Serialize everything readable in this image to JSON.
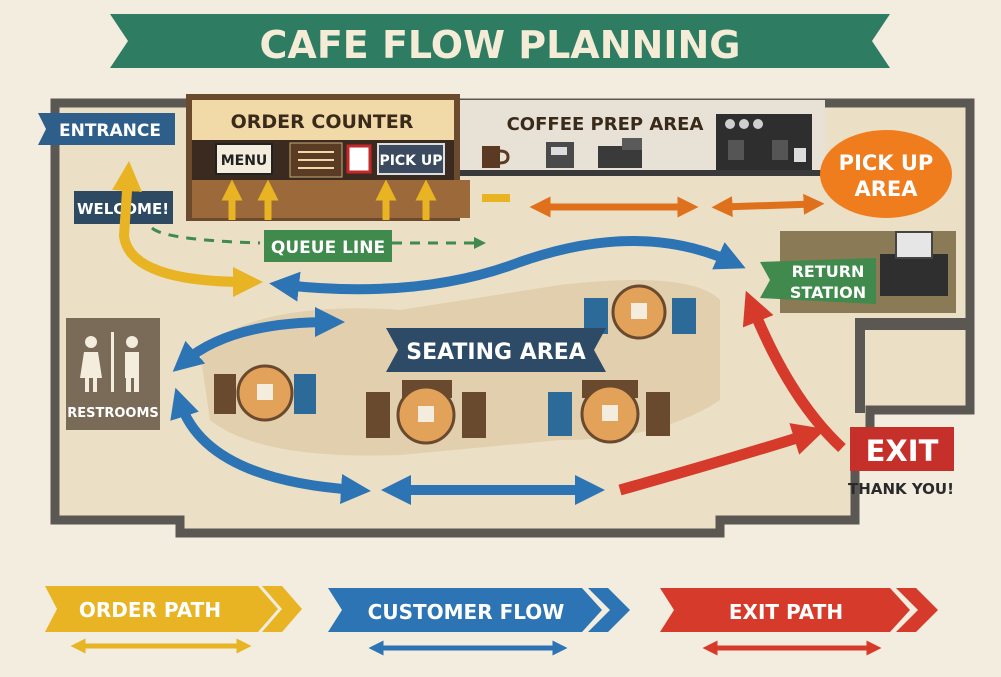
{
  "title": "CAFE FLOW PLANNING",
  "labels": {
    "entrance": "ENTRANCE",
    "welcome": "WELCOME!",
    "order_counter": "ORDER COUNTER",
    "menu": "MENU",
    "pick_up_counter": "PICK UP",
    "coffee_prep_area": "COFFEE PREP AREA",
    "pick_up_area_line1": "PICK UP",
    "pick_up_area_line2": "AREA",
    "queue_line": "QUEUE LINE",
    "return_station_line1": "RETURN",
    "return_station_line2": "STATION",
    "restrooms": "RESTROOMS",
    "seating_area": "SEATING AREA",
    "exit": "EXIT",
    "thank_you": "THANK YOU!"
  },
  "legend": [
    {
      "label": "ORDER PATH",
      "color": "#e8b423"
    },
    {
      "label": "CUSTOMER FLOW",
      "color": "#2c74b3"
    },
    {
      "label": "EXIT PATH",
      "color": "#d63a2a"
    }
  ],
  "colors": {
    "banner": "#2e7d63",
    "wall": "#5b5752",
    "order_path": "#e8b423",
    "customer_flow": "#2c74b3",
    "exit_path": "#d63a2a",
    "pickup_flow": "#e0711c",
    "queue_green": "#3f8a4c",
    "navy": "#2d4a66"
  },
  "icons": [
    "coffee-cup-icon",
    "espresso-machine-icon",
    "restroom-icon",
    "table-icon",
    "chair-icon",
    "arrow-icon"
  ]
}
